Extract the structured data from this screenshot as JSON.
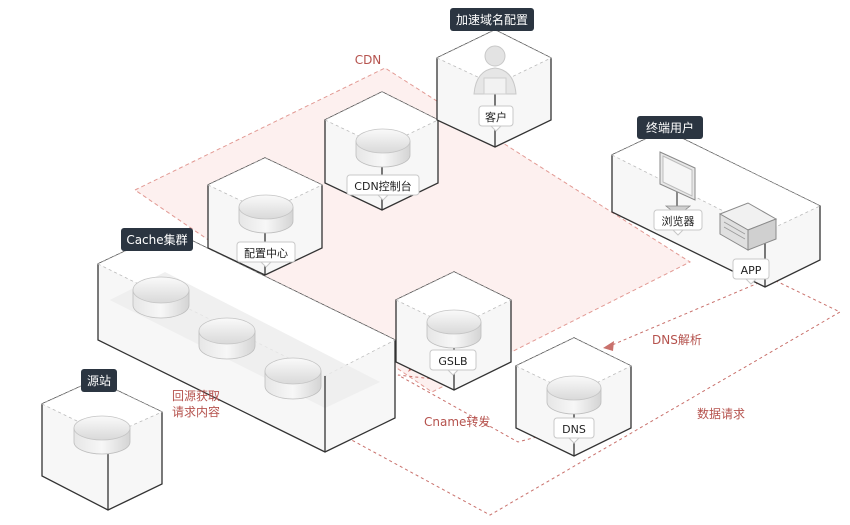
{
  "header_badges": {
    "domain_config": "加速域名配置",
    "end_user": "终端用户",
    "cache_cluster": "Cache集群",
    "origin": "源站"
  },
  "zone": {
    "cdn": "CDN"
  },
  "nodes": {
    "customer": "客户",
    "cdn_console": "CDN控制台",
    "config_center": "配置中心",
    "browser": "浏览器",
    "app": "APP",
    "gslb": "GSLB",
    "dns": "DNS"
  },
  "flows": {
    "dns_resolve": "DNS解析",
    "data_request": "数据请求",
    "cname_forward": "Cname转发",
    "back_to_origin_line1": "回源获取",
    "back_to_origin_line2": "请求内容"
  },
  "colors": {
    "accent": "#b5524d",
    "badge_bg": "#2b3541",
    "zone_fill": "#fdf0ef"
  }
}
